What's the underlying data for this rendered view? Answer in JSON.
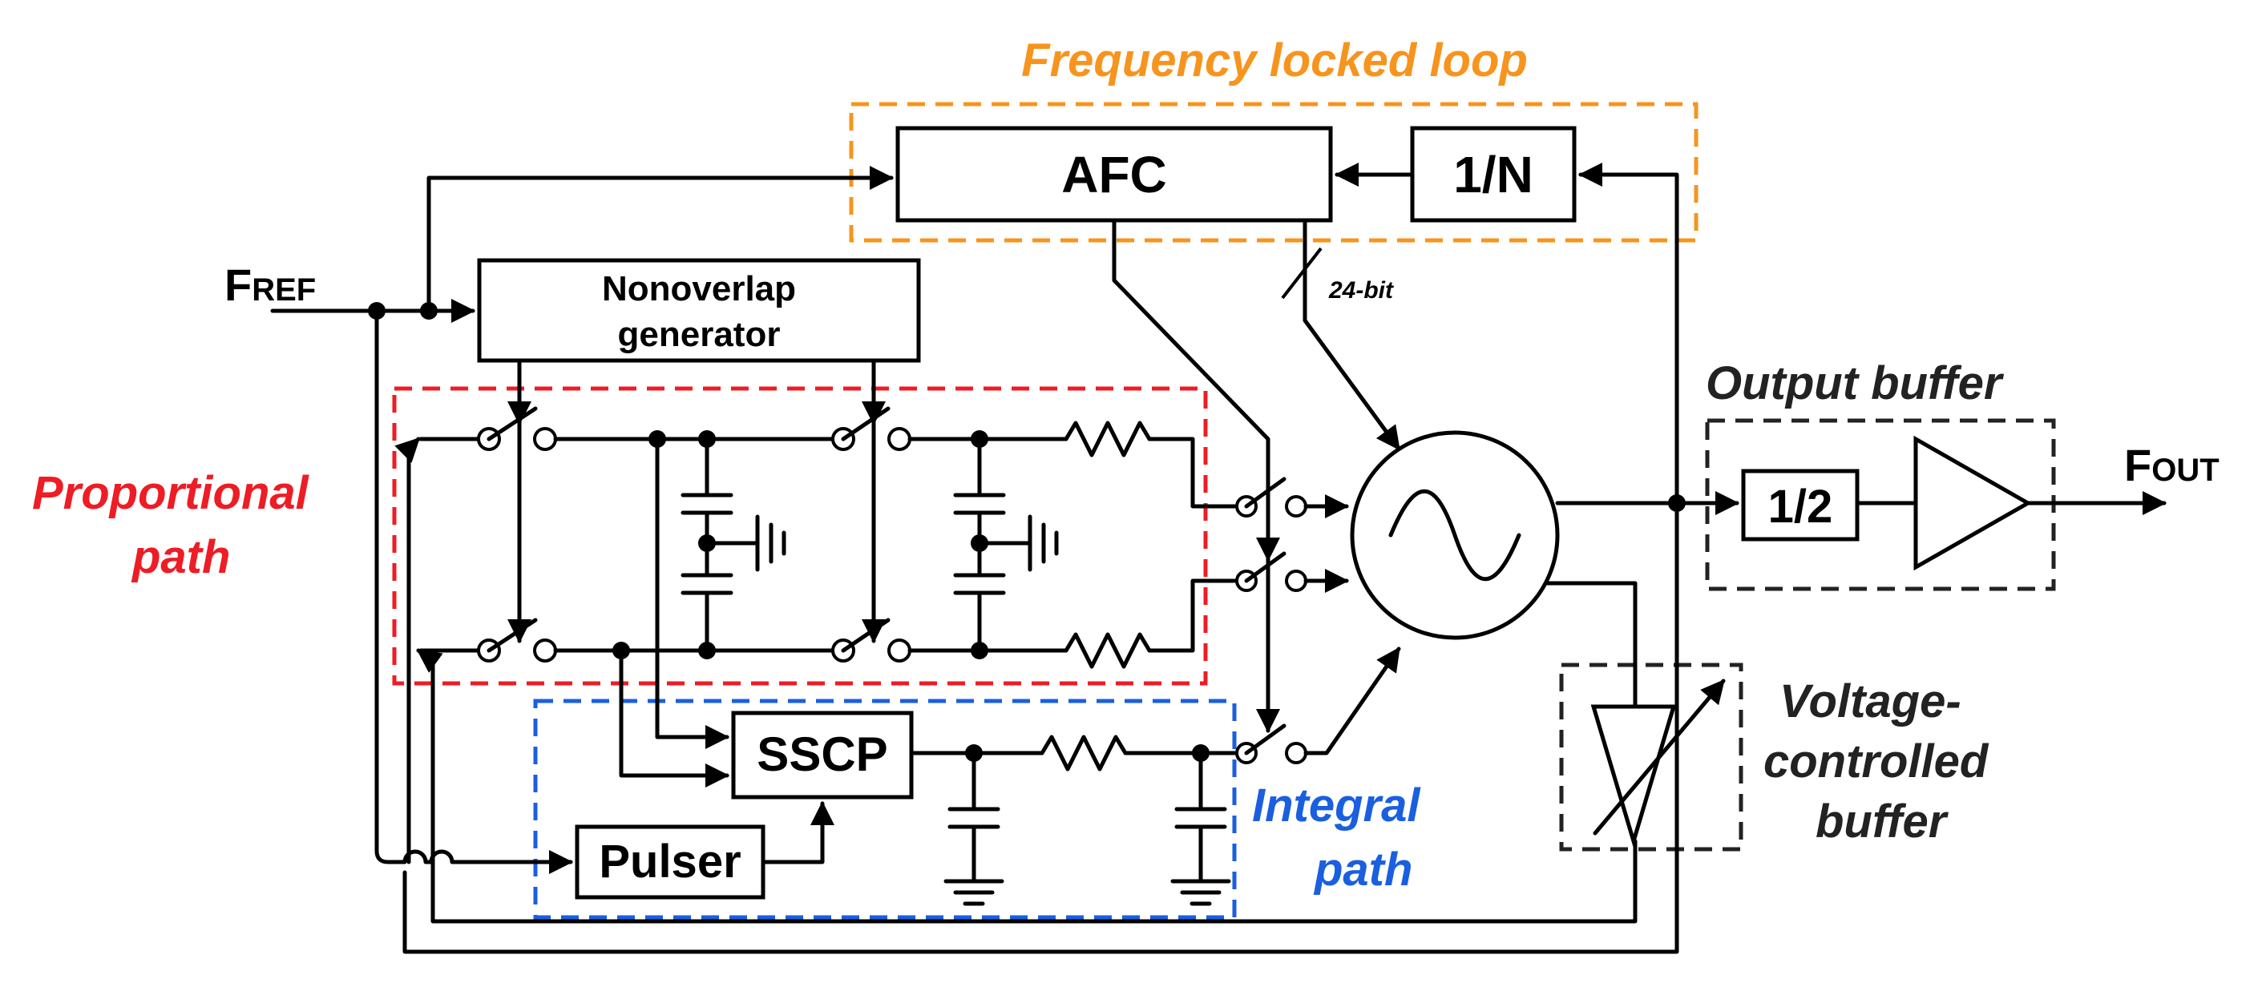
{
  "labels": {
    "frequency_locked_loop": "Frequency locked loop",
    "proportional_path_1": "Proportional",
    "proportional_path_2": "path",
    "integral_path_1": "Integral",
    "integral_path_2": "path",
    "output_buffer": "Output buffer",
    "vcb_1": "Voltage-",
    "vcb_2": "controlled",
    "vcb_3": "buffer"
  },
  "blocks": {
    "afc": "AFC",
    "divider_n": "1/N",
    "nonoverlap_1": "Nonoverlap",
    "nonoverlap_2": "generator",
    "sscp": "SSCP",
    "pulser": "Pulser",
    "divider_2": "1/2"
  },
  "signals": {
    "fref_main": "F",
    "fref_sub": "REF",
    "fout_main": "F",
    "fout_sub": "OUT",
    "bus_width": "24-bit"
  },
  "colors": {
    "frequency_locked_loop": "#f7941d",
    "proportional_path": "#ee1c24",
    "integral_path": "#1a5fe0",
    "output_buffer": "#222222",
    "wire": "#000000"
  },
  "icons": {
    "vco": "sine-oscillator-icon",
    "ground": "ground-icon",
    "resistor": "resistor-icon",
    "capacitor": "capacitor-icon",
    "switch": "switch-icon",
    "buffer": "triangle-buffer-icon"
  }
}
